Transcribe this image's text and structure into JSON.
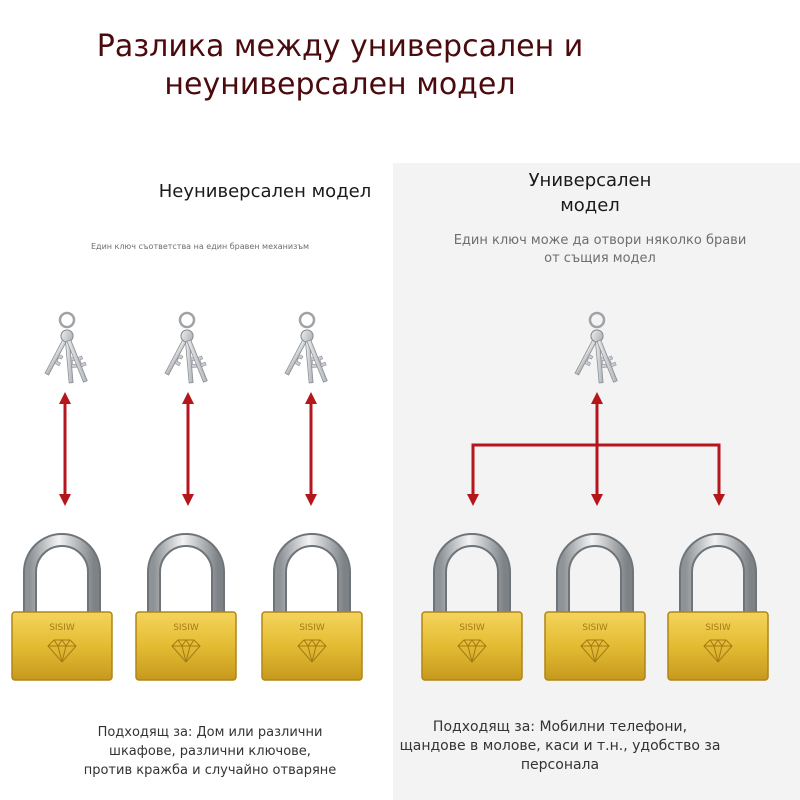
{
  "title": {
    "line1": "Разлика между универсален и",
    "line2": "неуниверсален модел"
  },
  "left": {
    "heading": "Неуниверсален модел",
    "subtitle": "Един ключ съответства на един бравен механизъм",
    "caption": {
      "line1": "Подходящ за: Дом или различни",
      "line2": "шкафове, различни ключове,",
      "line3": "против кражба и случайно отваряне"
    }
  },
  "right": {
    "heading": {
      "line1": "Универсален",
      "line2": "модел"
    },
    "subtitle": {
      "line1": "Един ключ може да отвори няколко брави",
      "line2": "от същия модел"
    },
    "caption": {
      "line1": "Подходящ за: Мобилни телефони,",
      "line2": "щандове в молове, каси и т.н., удобство за",
      "line3": "персонала"
    }
  },
  "colors": {
    "title": "#4a0a0e",
    "arrow": "#b5161c",
    "lock_body": "#e3bc33",
    "shackle": "#b9bdc1",
    "key": "#c9ccd0",
    "right_panel": "#f3f3f3"
  },
  "icons": [
    "key-bunch-icon",
    "padlock-icon",
    "arrow-icon"
  ]
}
